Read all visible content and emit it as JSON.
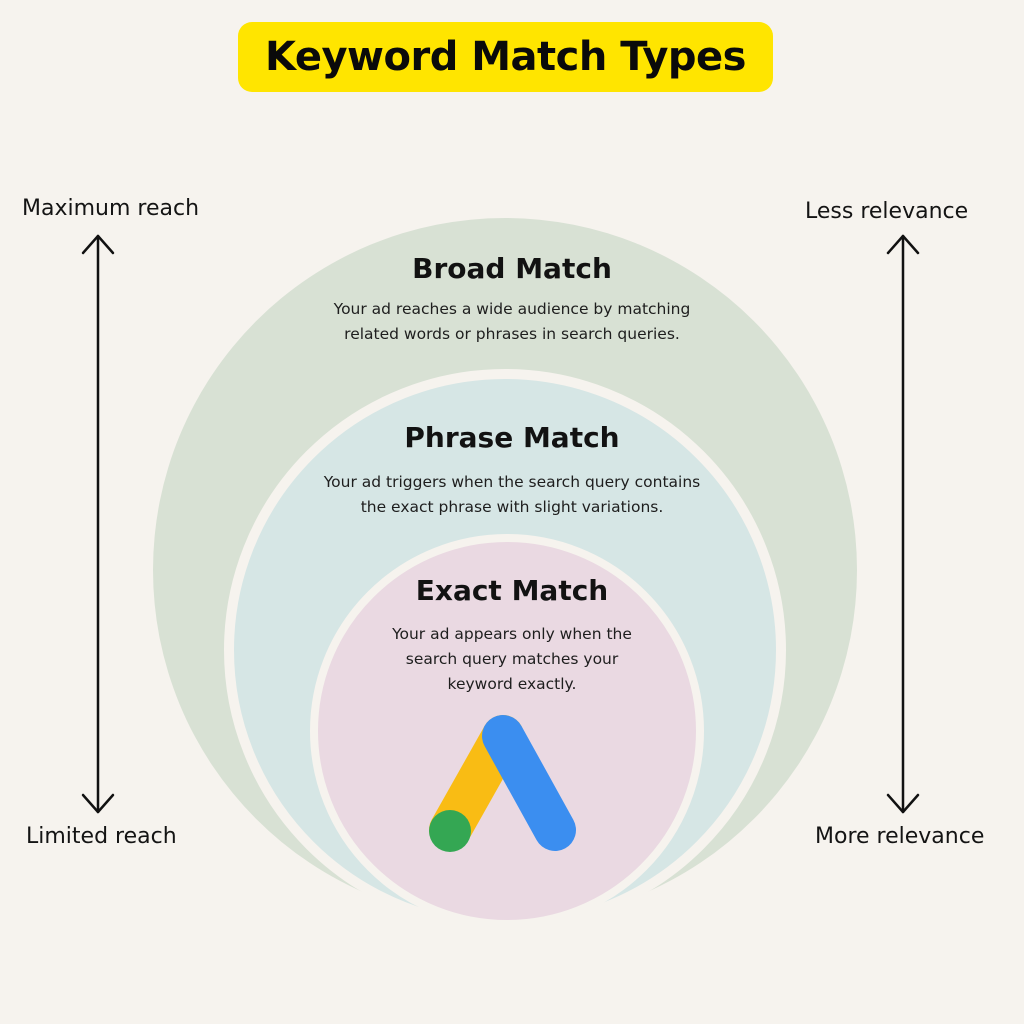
{
  "title": "Keyword Match Types",
  "left_axis": {
    "top_label": "Maximum reach",
    "bottom_label": "Limited reach"
  },
  "right_axis": {
    "top_label": "Less relevance",
    "bottom_label": "More relevance"
  },
  "rings": {
    "broad": {
      "title": "Broad Match",
      "desc_line1": "Your ad reaches a wide audience by matching",
      "desc_line2": "related words or phrases in search queries."
    },
    "phrase": {
      "title": "Phrase Match",
      "desc_line1": "Your ad triggers when the search query contains",
      "desc_line2": "the exact phrase with slight variations."
    },
    "exact": {
      "title": "Exact Match",
      "desc_line1": "Your ad appears only when the",
      "desc_line2": "search query matches your",
      "desc_line3": "keyword exactly."
    }
  },
  "logo": {
    "icon": "google-ads-logo-icon"
  },
  "colors": {
    "background": "#f6f3ee",
    "title_banner": "#ffe500",
    "broad_fill": "#d8e1d4",
    "phrase_fill": "#d6e6e5",
    "exact_fill": "#ead9e2",
    "ring_gap": "#f6f3ee",
    "logo_blue": "#3b8ef0",
    "logo_yellow": "#f9bc14",
    "logo_green": "#34a753"
  }
}
